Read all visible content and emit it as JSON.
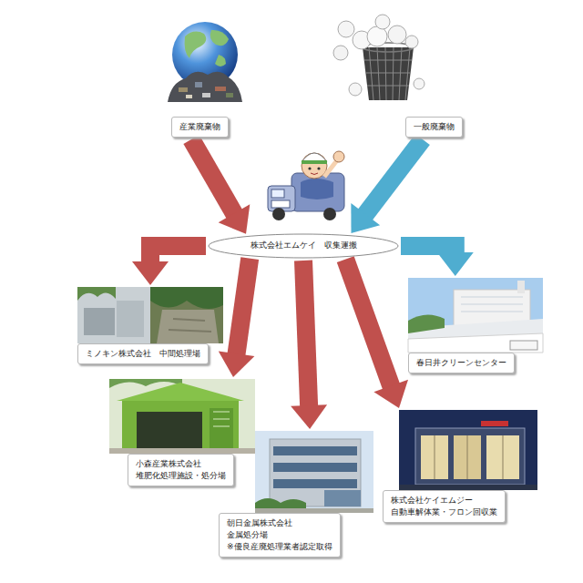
{
  "diagram": {
    "nodes": [
      {
        "text": [
          "産業廃棄物"
        ]
      },
      {
        "text": [
          "一般廃棄物"
        ]
      },
      {
        "text": [
          "株式会社エムケイ　収集運搬"
        ]
      },
      {
        "text": [
          "ミノキン株式会社　中間処理場"
        ]
      },
      {
        "text": [
          "春日井クリーンセンター"
        ]
      },
      {
        "text": [
          "小森産業株式会社",
          "堆肥化処理施設・処分場"
        ]
      },
      {
        "text": [
          "朝日金属株式会社",
          "金属処分場",
          "※優良産廃処理業者認定取得"
        ]
      },
      {
        "text": [
          "株式会社ケイエムジー",
          "自動車解体業・フロン回収業"
        ]
      }
    ],
    "edges": [
      {
        "from": 0,
        "to": 2,
        "arrow": "to"
      },
      {
        "from": 1,
        "to": 2,
        "arrow": "to"
      },
      {
        "from": 2,
        "to": 3,
        "arrow": "to"
      },
      {
        "from": 2,
        "to": 4,
        "arrow": "to"
      },
      {
        "from": 2,
        "to": 5,
        "arrow": "to"
      },
      {
        "from": 2,
        "to": 6,
        "arrow": "to"
      },
      {
        "from": 2,
        "to": 7,
        "arrow": "to"
      }
    ]
  }
}
